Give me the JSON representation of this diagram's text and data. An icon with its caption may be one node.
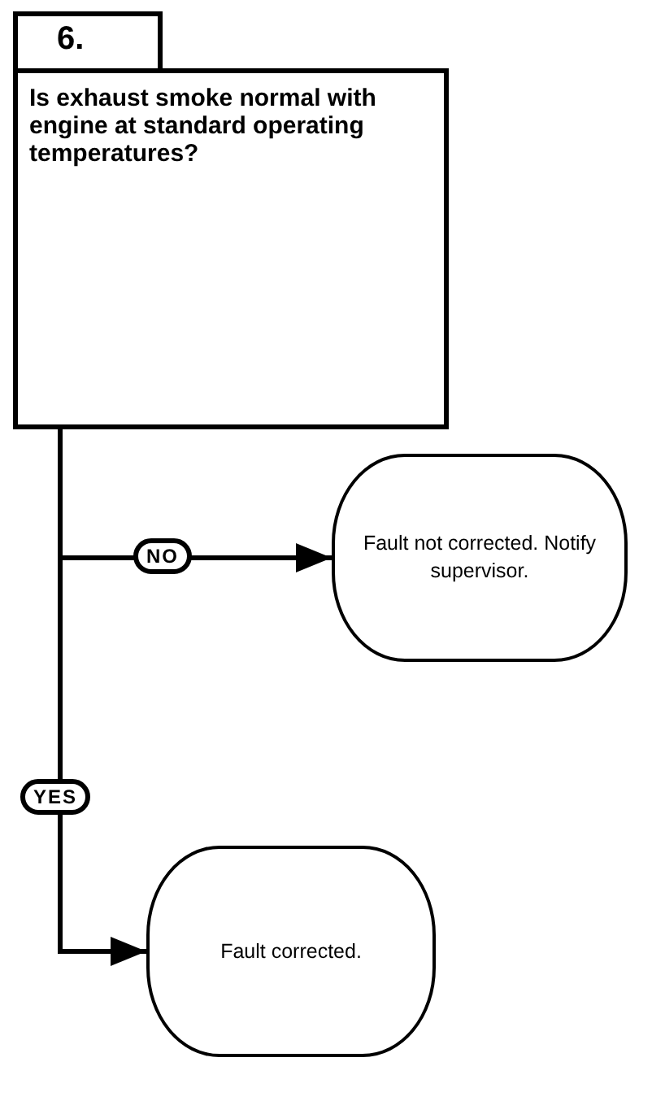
{
  "diagram": {
    "nodes": [
      {
        "text": [
          "6."
        ]
      },
      {
        "text": [
          "Is exhaust smoke normal with engine at standard operating temperatures?"
        ]
      },
      {
        "text": [
          "Fault not corrected. Notify supervisor."
        ]
      },
      {
        "text": [
          "Fault corrected."
        ]
      }
    ],
    "edges": [
      {
        "from": 1,
        "to": 2,
        "arrow": "to",
        "label": "NO"
      },
      {
        "from": 1,
        "to": 3,
        "arrow": "to",
        "label": "YES"
      }
    ]
  }
}
